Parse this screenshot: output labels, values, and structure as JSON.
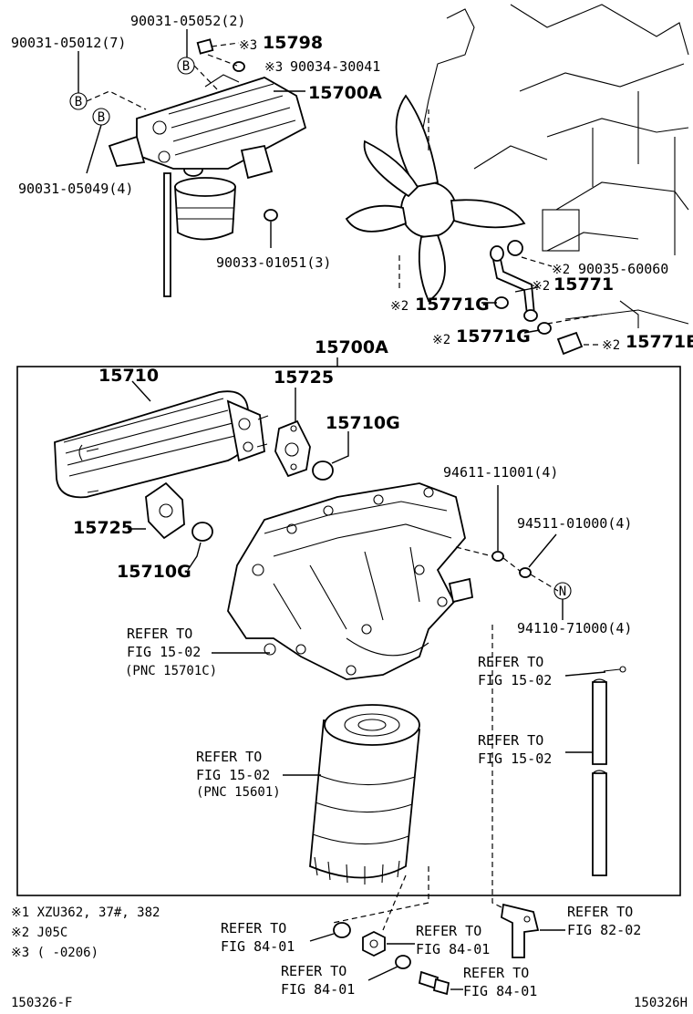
{
  "top_labels": {
    "p_900310505": "90031-05052(2)",
    "p_900310501": "90031-05012(7)",
    "p_15798": "15798",
    "p_900343004": "90034-30041",
    "p_15700A_top": "15700A",
    "p_900310504": "90031-05049(4)",
    "p_900330105": "90033-01051(3)",
    "p_900356006": "90035-60060",
    "p_15771": "15771",
    "p_15771G_a": "15771G",
    "p_15771G_b": "15771G",
    "p_15771E": "15771E",
    "mark3": "※3",
    "mark2": "※2",
    "callout_b": "B"
  },
  "box_labels": {
    "p_15700A": "15700A",
    "p_15710": "15710",
    "p_15725_a": "15725",
    "p_15725_b": "15725",
    "p_15710G_a": "15710G",
    "p_15710G_b": "15710G",
    "p_9461111001": "94611-11001(4)",
    "p_9451101000": "94511-01000(4)",
    "p_9411071000": "94110-71000(4)",
    "callout_n": "N",
    "refer_a": "REFER TO",
    "refer_a2": "FIG 15-02",
    "refer_a3": "(PNC 15701C)",
    "refer_b": "REFER TO",
    "refer_b2": "FIG 15-02",
    "refer_c": "REFER TO",
    "refer_c2": "FIG 15-02",
    "refer_d": "REFER TO",
    "refer_d2": "FIG 15-02",
    "refer_d3": "(PNC 15601)"
  },
  "bottom_labels": {
    "note1": "※1 XZU362, 37#, 382",
    "note2": "※2 J05C",
    "note3": "※3 (      -0206)",
    "ref_8401_a": "REFER TO",
    "ref_8401_a2": "FIG 84-01",
    "ref_8401_b": "REFER TO",
    "ref_8401_b2": "FIG 84-01",
    "ref_8401_c": "REFER TO",
    "ref_8401_c2": "FIG 84-01",
    "ref_8401_d": "REFER TO",
    "ref_8401_d2": "FIG 84-01",
    "ref_8202": "REFER TO",
    "ref_8202_2": "FIG 82-02",
    "code_left": "150326-F",
    "code_right": "150326H"
  }
}
